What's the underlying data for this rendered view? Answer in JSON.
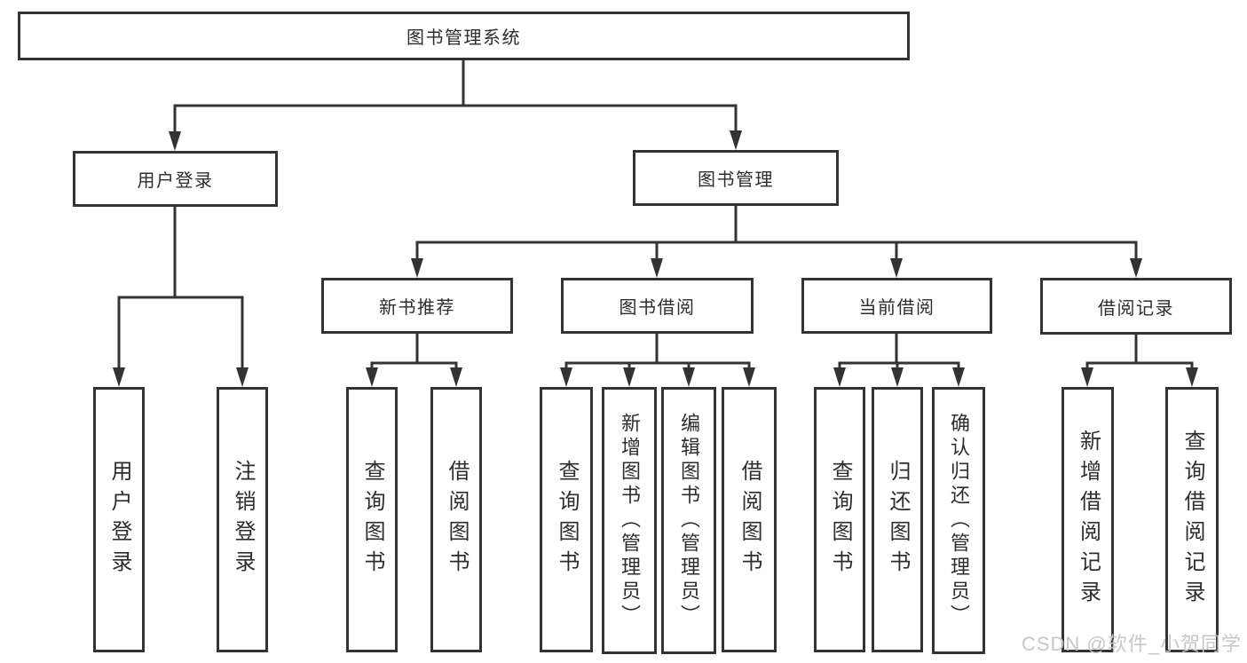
{
  "tree": {
    "root": {
      "label": "图书管理系统"
    },
    "level2": [
      {
        "label": "用户登录",
        "children": [
          {
            "label": "用户登录"
          },
          {
            "label": "注销登录"
          }
        ]
      },
      {
        "label": "图书管理",
        "children": [
          {
            "label": "新书推荐",
            "children": [
              {
                "label": "查询图书"
              },
              {
                "label": "借阅图书"
              }
            ]
          },
          {
            "label": "图书借阅",
            "children": [
              {
                "label": "查询图书"
              },
              {
                "label": "新增图书（管理员）"
              },
              {
                "label": "编辑图书（管理员）"
              },
              {
                "label": "借阅图书"
              }
            ]
          },
          {
            "label": "当前借阅",
            "children": [
              {
                "label": "查询图书"
              },
              {
                "label": "归还图书"
              },
              {
                "label": "确认归还（管理员）"
              }
            ]
          },
          {
            "label": "借阅记录",
            "children": [
              {
                "label": "新增借阅记录"
              },
              {
                "label": "查询借阅记录"
              }
            ]
          }
        ]
      }
    ]
  },
  "watermark": {
    "text": "CSDN @软件_小贺同学"
  },
  "colors": {
    "line": "#333333",
    "node_border": "#333333",
    "node_text": "#2d2d2d",
    "watermark": "#c4c4c4",
    "background": "#ffffff"
  }
}
